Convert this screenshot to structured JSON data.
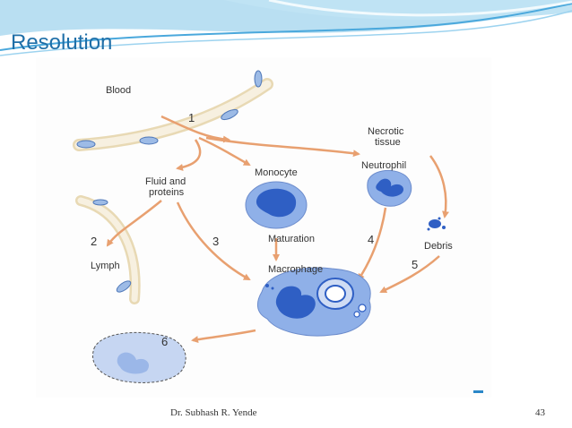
{
  "slide": {
    "title": "Resolution",
    "author": "Dr. Subhash R. Yende",
    "page_number": "43"
  },
  "diagram": {
    "labels": {
      "blood": "Blood",
      "fluid": "Fluid and",
      "proteins": "proteins",
      "monocyte": "Monocyte",
      "necrotic": "Necrotic",
      "tissue": "tissue",
      "neutrophil": "Neutrophil",
      "maturation": "Maturation",
      "macrophage": "Macrophage",
      "debris": "Debris",
      "lymph": "Lymph"
    },
    "steps": [
      "1",
      "2",
      "3",
      "4",
      "5",
      "6"
    ]
  },
  "colors": {
    "title": "#1f6fa8",
    "arrow": "#e8a070",
    "cell_fill": "#8fb0e8",
    "nucleus": "#2f5fc4",
    "vessel": "#f4ead6"
  }
}
